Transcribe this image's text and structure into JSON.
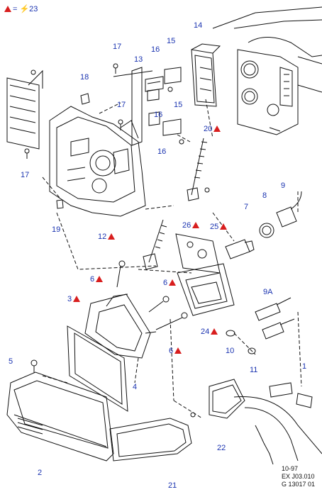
{
  "legend": {
    "text": "= ⚡23",
    "marker_color": "#d81e1e"
  },
  "callouts": {
    "c1": "1",
    "c2": "2",
    "c3": "3",
    "c4": "4",
    "c5": "5",
    "c6a": "6",
    "c6b": "6",
    "c6c": "6",
    "c7": "7",
    "c8": "8",
    "c9": "9",
    "c9a": "9A",
    "c10": "10",
    "c11": "11",
    "c12": "12",
    "c13": "13",
    "c14": "14",
    "c15a": "15",
    "c15b": "15",
    "c16a": "16",
    "c16b": "16",
    "c16c": "16",
    "c17a": "17",
    "c17b": "17",
    "c17c": "17",
    "c18": "18",
    "c19": "19",
    "c20": "20",
    "c21": "21",
    "c22": "22",
    "c24": "24",
    "c25": "25",
    "c26": "26"
  },
  "footer": {
    "date": "10-97",
    "ref1": "EX J03.010",
    "ref2": "G 13017 01"
  },
  "colors": {
    "callout": "#1a33b0",
    "warning_triangle": "#d81e1e",
    "line_art": "#111111"
  }
}
